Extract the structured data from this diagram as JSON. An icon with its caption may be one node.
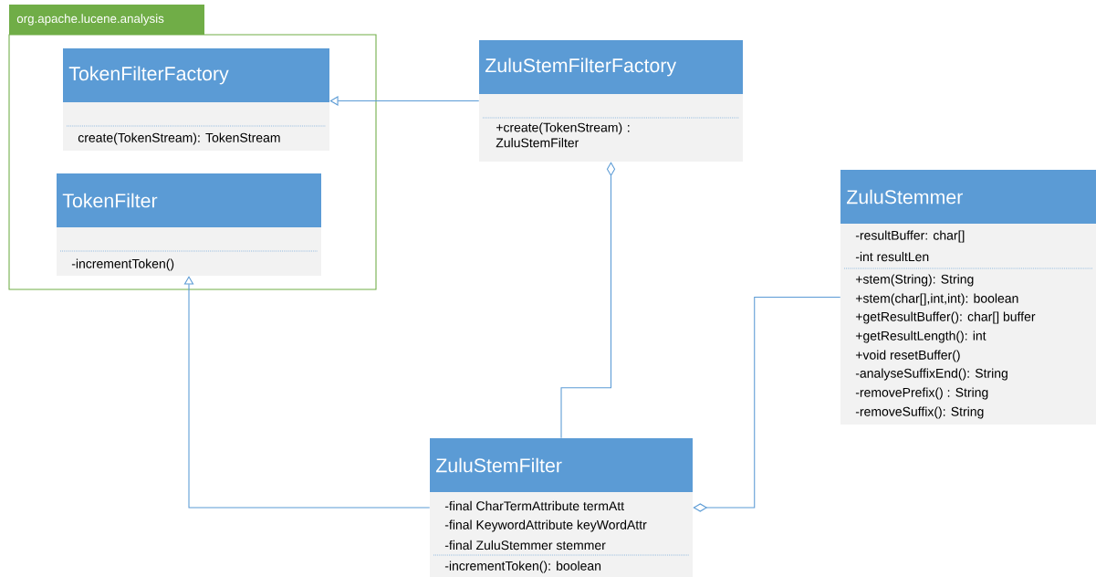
{
  "diagram": {
    "nodes": [
      {
        "text": [
          "org.apache.lucene.analysis"
        ]
      },
      {
        "text": [
          "TokenFilterFactory",
          "create(TokenStream): TokenStream"
        ],
        "in": 0
      },
      {
        "text": [
          "TokenFilter",
          "-incrementToken()"
        ],
        "in": 0
      },
      {
        "text": [
          "ZuluStemFilterFactory",
          "+create(TokenStream) : ZuluStemFilter"
        ]
      },
      {
        "text": [
          "ZuluStemmer",
          "-resultBuffer: char[]",
          "-int resultLen",
          "+stem(String): String",
          "+stem(char[],int,int): boolean",
          "+getResultBuffer(): char[] buffer",
          "+getResultLength(): int",
          "+void resetBuffer()",
          "-analyseSuffixEnd(): String",
          "-removePrefix() : String",
          "-removeSuffix(): String"
        ]
      },
      {
        "text": [
          "ZuluStemFilter",
          "-final CharTermAttribute termAtt",
          "-final KeywordAttribute keyWordAttr",
          "-final ZuluStemmer stemmer",
          "-incrementToken(): boolean"
        ]
      }
    ],
    "edges": [
      {
        "from": 3,
        "to": 1,
        "arrow": "to"
      },
      {
        "from": 5,
        "to": 2,
        "arrow": "to"
      },
      {
        "from": 5,
        "to": 3,
        "arrow": "other"
      },
      {
        "from": 4,
        "to": 5,
        "arrow": "other"
      }
    ]
  }
}
